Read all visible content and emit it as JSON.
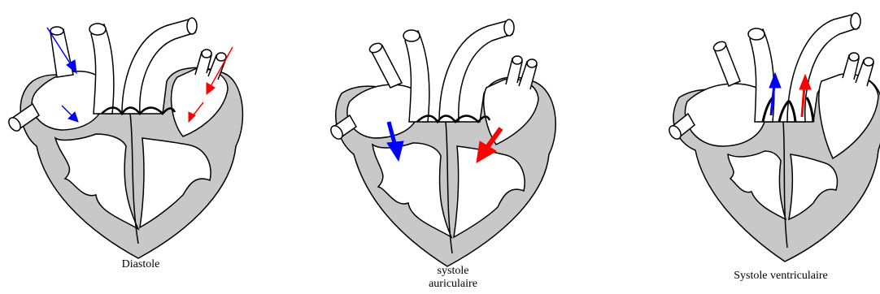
{
  "colors": {
    "muscle_fill": "#c8c8c8",
    "outline": "#000000",
    "chamber_fill": "#ffffff",
    "deoxygenated_flow": "#0000ff",
    "oxygenated_flow": "#ff0000"
  },
  "panels": [
    {
      "caption_lines": [
        "Diastole"
      ],
      "valves_open": "atrioventricular"
    },
    {
      "caption_lines": [
        "systole",
        "auriculaire"
      ],
      "valves_open": "atrioventricular"
    },
    {
      "caption_lines": [
        "Systole ventriculaire"
      ],
      "valves_open": "semilunar"
    }
  ]
}
